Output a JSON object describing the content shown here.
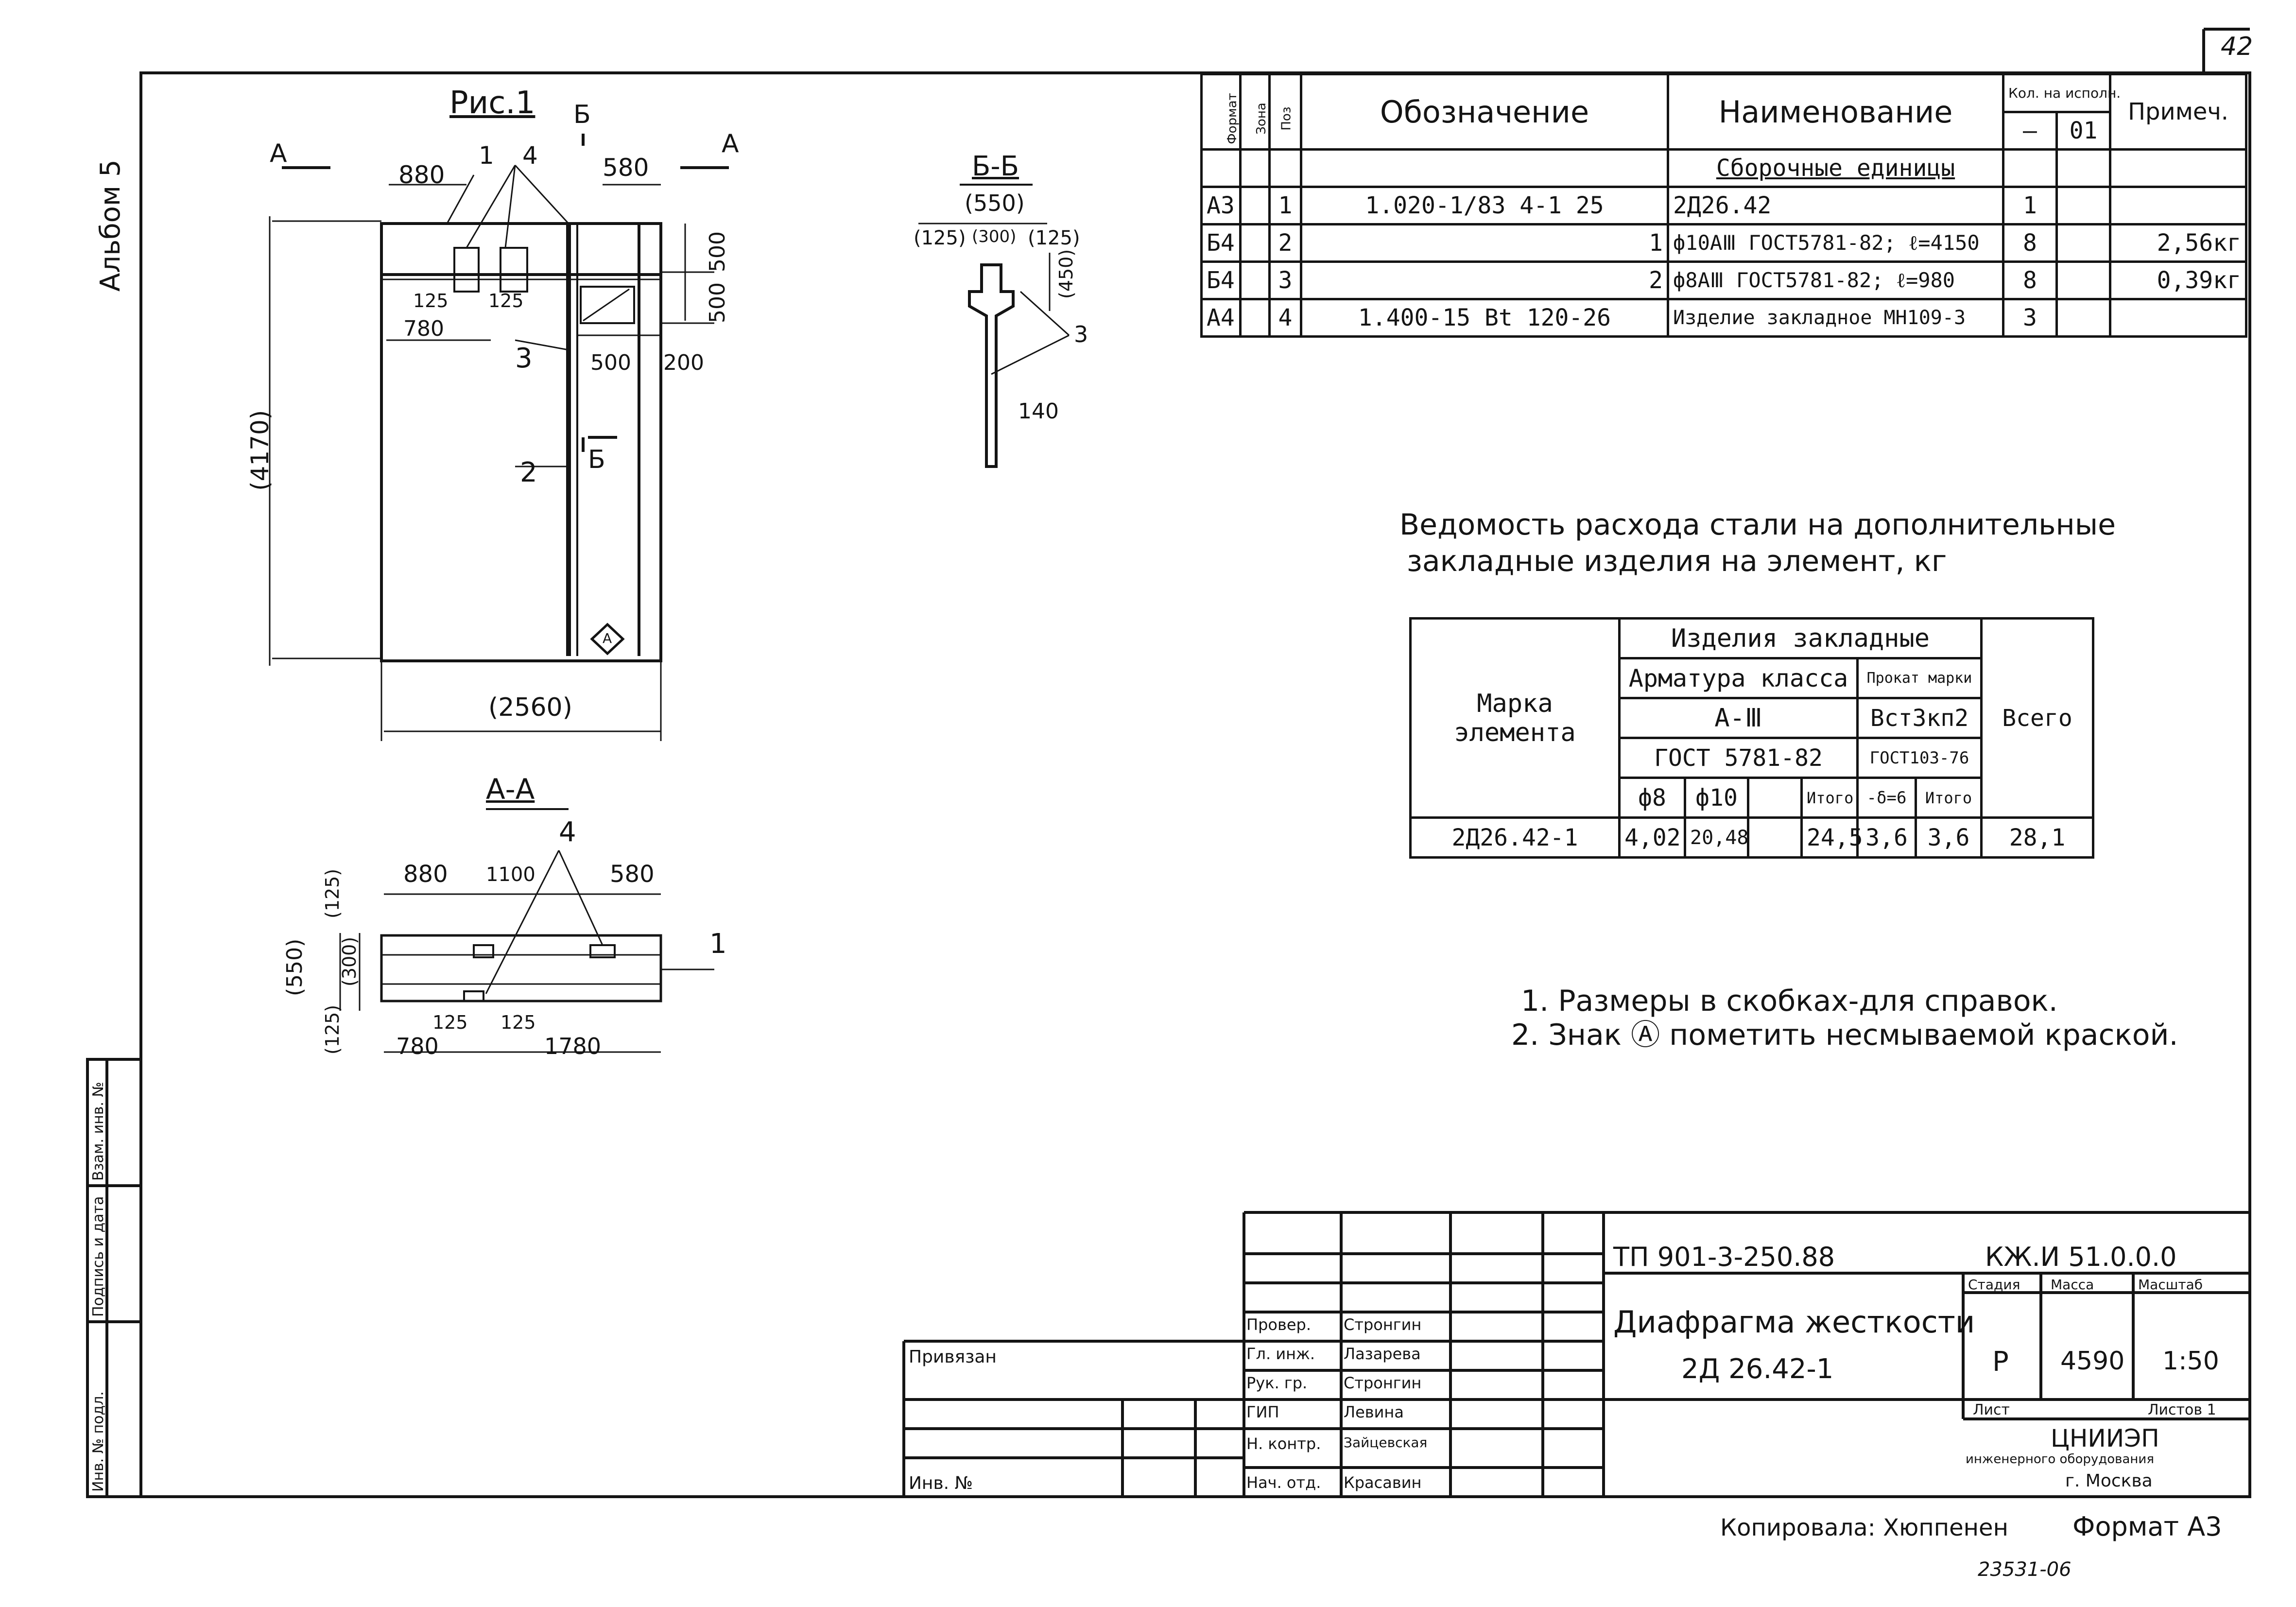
{
  "sheet_number": "42",
  "album": "Альбом 5",
  "figure_title": "Рис.1",
  "views": {
    "a_marker": "А",
    "b_marker": "Б",
    "b_section": "Б-Б",
    "a_section": "А-А"
  },
  "fig1_dims": {
    "d880": "880",
    "d580": "580",
    "d125a": "125",
    "d125b": "125",
    "d780": "780",
    "d500a": "500",
    "d500b": "500",
    "d500c": "500",
    "d200": "200",
    "d4170": "(4170)",
    "d2560": "(2560)",
    "p1": "1",
    "p2": "2",
    "p3": "3",
    "p4": "4",
    "mark": "А"
  },
  "section_bb_dims": {
    "d550": "(550)",
    "d125l": "(125)",
    "d300": "(300)",
    "d125r": "(125)",
    "d450": "(450)",
    "d140": "140",
    "p3": "3"
  },
  "section_aa_dims": {
    "d880": "880",
    "d1100": "1100",
    "d580": "580",
    "d550": "(550)",
    "d300": "(300)",
    "d125t": "(125)",
    "d125b": "(125)",
    "d125a": "125",
    "d125c": "125",
    "d780": "780",
    "d1780": "1780",
    "p4": "4",
    "p1": "1"
  },
  "spec_table": {
    "headers": {
      "format": "Формат",
      "zone": "Зона",
      "pos": "Поз",
      "designation": "Обозначение",
      "name": "Наименование",
      "qty": "Кол. на исполн.",
      "qty_dash": "–",
      "qty_01": "01",
      "note": "Примеч."
    },
    "section_title": "Сборочные единицы",
    "rows": [
      {
        "format": "А3",
        "pos": "1",
        "designation": "1.020-1/83 4-1 25",
        "name": "2Д26.42",
        "qty": "1",
        "note": ""
      },
      {
        "format": "Б4",
        "pos": "2",
        "designation": "1",
        "name": "ф10АⅢ ГОСТ5781-82; ℓ=4150",
        "qty": "8",
        "note": "2,56кг"
      },
      {
        "format": "Б4",
        "pos": "3",
        "designation": "2",
        "name": "ф8АⅢ ГОСТ5781-82; ℓ=980",
        "qty": "8",
        "note": "0,39кг"
      },
      {
        "format": "А4",
        "pos": "4",
        "designation": "1.400-15 Вt 120-26",
        "name": "Изделие закладное МН109-3",
        "qty": "3",
        "note": ""
      }
    ]
  },
  "steel_title_line1": "Ведомость расхода стали на дополнительные",
  "steel_title_line2": "закладные изделия на элемент, кг",
  "steel_table": {
    "mark_header": "Марка элемента",
    "products": "Изделия закладные",
    "rebar_class": "Арматура класса",
    "rolled": "Прокат марки",
    "class_a3": "А-Ⅲ",
    "steel_grade": "Вст3кп2",
    "gost_rebar": "ГОСТ 5781-82",
    "gost_rolled": "ГОСТ103-76",
    "total": "Всего",
    "col_f8": "ф8",
    "col_f10": "ф10",
    "col_sub1": "Итого",
    "col_d6": "-δ=6",
    "col_sub2": "Итого",
    "row": {
      "mark": "2Д26.42-1",
      "f8": "4,02",
      "f10": "20,48",
      "blank": "",
      "sub1": "24,5",
      "d6": "3,6",
      "sub2": "3,6",
      "total": "28,1"
    }
  },
  "notes": [
    "1. Размеры в скобках-для справок.",
    "2. Знак Ⓐ пометить несмываемой краской."
  ],
  "left_strip": [
    "Инв. № подл.",
    "Подпись и дата",
    "Взам. инв. №"
  ],
  "title_block": {
    "project": "ТП 901-3-250.88",
    "code": "КЖ.И 51.0.0.0",
    "title_line1": "Диафрагма жесткости",
    "title_line2": "2Д 26.42-1",
    "stage_label": "Стадия",
    "mass_label": "Масса",
    "scale_label": "Масштаб",
    "stage": "Р",
    "mass": "4590",
    "scale": "1:50",
    "sheet_label": "Лист",
    "sheets_label": "Листов 1",
    "org1": "ЦНИИЭП",
    "org2": "инженерного оборудования",
    "org3": "г. Москва",
    "bound": "Привязан",
    "inv": "Инв. №",
    "roles": [
      {
        "role": "Провер.",
        "name": "Стронгин"
      },
      {
        "role": "Гл. инж.",
        "name": "Лазарева"
      },
      {
        "role": "Рук. гр.",
        "name": "Стронгин"
      },
      {
        "role": "ГИП",
        "name": "Левина"
      },
      {
        "role": "Н. контр.",
        "name": "Зайцевская"
      },
      {
        "role": "Нач. отд.",
        "name": "Красавин"
      }
    ]
  },
  "copied": "Копировала: Хюппенен",
  "format": "Формат А3",
  "stamp_number": "23531-06"
}
